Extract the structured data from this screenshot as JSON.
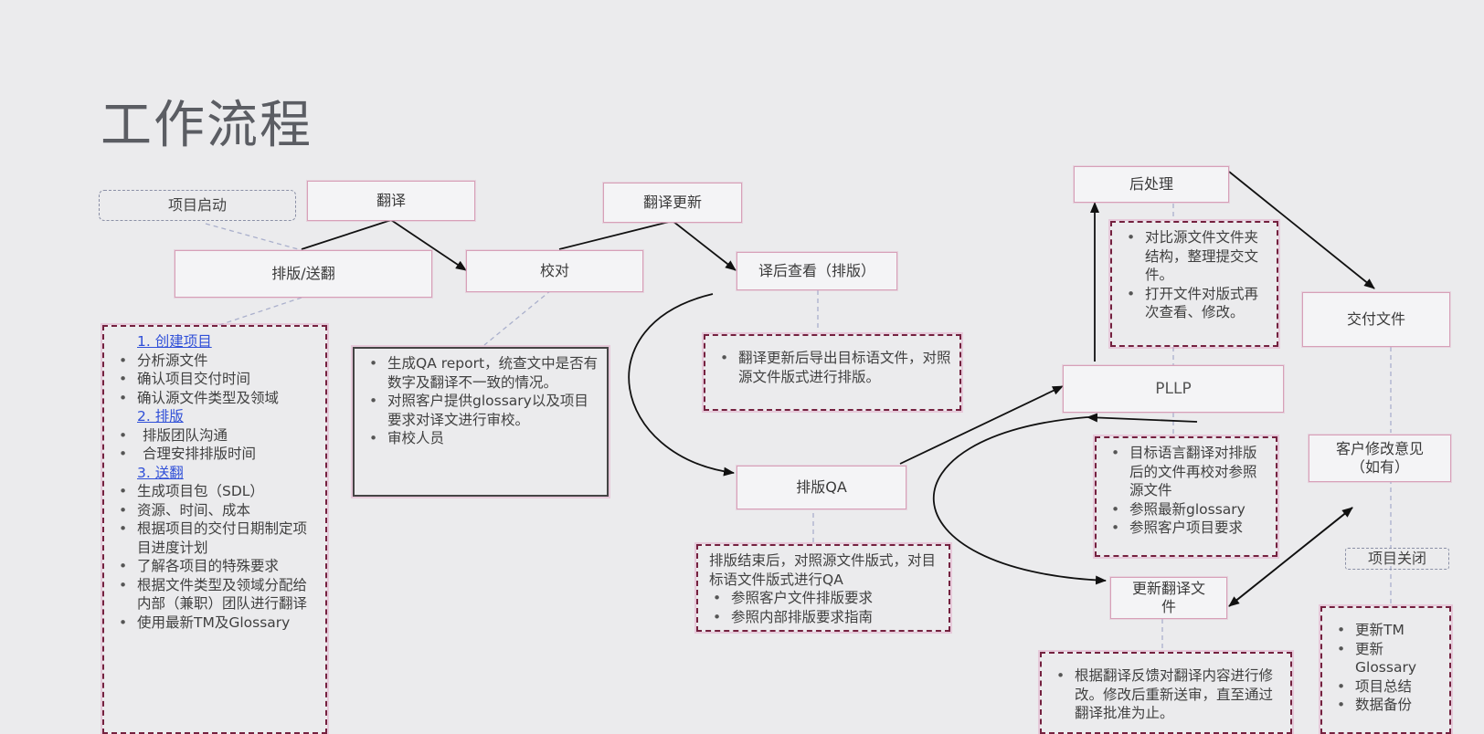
{
  "title": "工作流程",
  "boxes": {
    "kickoff": "项目启动",
    "translate": "翻译",
    "typeset_send": "排版/送翻",
    "proofread": "校对",
    "translation_update": "翻译更新",
    "post_review": "译后查看（排版）",
    "typeset_qa": "排版QA",
    "post_process": "后处理",
    "pllp": "PLLP",
    "deliver": "交付文件",
    "client_feedback_line1": "客户修改意见",
    "client_feedback_line2": "（如有）",
    "update_translation_line1": "更新翻译文",
    "update_translation_line2": "件",
    "project_close": "项目关闭"
  },
  "notes": {
    "prep": {
      "h1": "1. 创建项目",
      "h1_items": [
        "分析源文件",
        "确认项目交付时间",
        "确认源文件类型及领域"
      ],
      "h2": "2. 排版",
      "h2_items": [
        "排版团队沟通",
        "合理安排排版时间"
      ],
      "h3": "3. 送翻",
      "h3_items": [
        "生成项目包（SDL）",
        "资源、时间、成本",
        "根据项目的交付日期制定项目进度计划",
        "了解各项目的特殊要求",
        "根据文件类型及领域分配给内部（兼职）团队进行翻译",
        "使用最新TM及Glossary"
      ]
    },
    "proof": [
      "生成QA report，统查文中是否有数字及翻译不一致的情况。",
      "对照客户提供glossary以及项目要求对译文进行审校。",
      "审校人员"
    ],
    "review": [
      "翻译更新后导出目标语文件，对照源文件版式进行排版。"
    ],
    "qa": {
      "intro": "排版结束后，对照源文件版式，对目标语文件版式进行QA",
      "items": [
        "参照客户文件排版要求",
        "参照内部排版要求指南"
      ]
    },
    "post": [
      "对比源文件文件夹结构，整理提交文件。",
      "打开文件对版式再次查看、修改。"
    ],
    "pllp": [
      "目标语言翻译对排版后的文件再校对参照源文件",
      "参照最新glossary",
      "参照客户项目要求"
    ],
    "feedback": [
      "根据翻译反馈对翻译内容进行修改。修改后重新送审，直至通过翻译批准为止。"
    ],
    "close": [
      "更新TM",
      "更新Glossary",
      "项目总结",
      "数据备份"
    ]
  }
}
